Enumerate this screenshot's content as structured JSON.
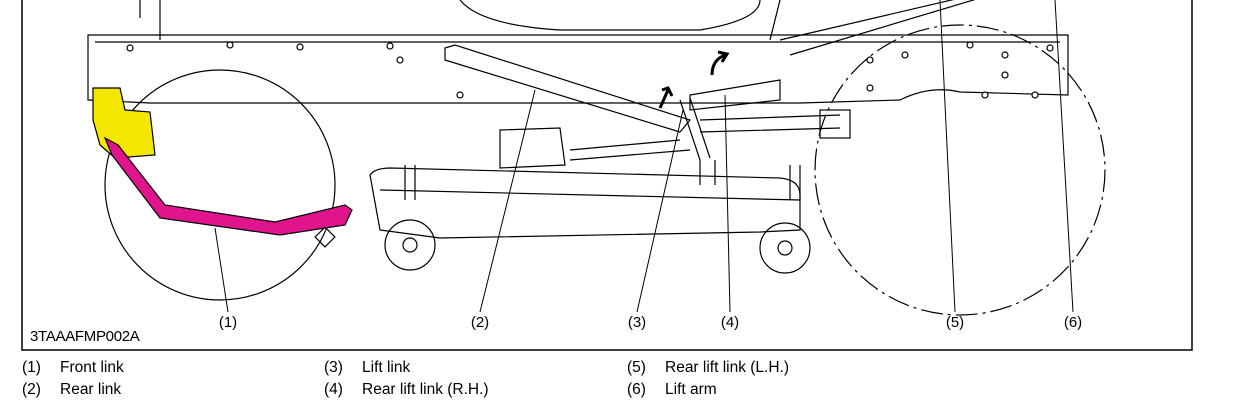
{
  "figure": {
    "code": "3TAAAFMP002A",
    "callouts": [
      "(1)",
      "(2)",
      "(3)",
      "(4)",
      "(5)",
      "(6)"
    ],
    "colors": {
      "front_link": "#e0148c",
      "bracket": "#f5e600",
      "line": "#000000"
    }
  },
  "legend": [
    {
      "num": "(1)",
      "label": "Front link"
    },
    {
      "num": "(2)",
      "label": "Rear link"
    },
    {
      "num": "(3)",
      "label": "Lift link"
    },
    {
      "num": "(4)",
      "label": "Rear lift link (R.H.)"
    },
    {
      "num": "(5)",
      "label": "Rear lift link (L.H.)"
    },
    {
      "num": "(6)",
      "label": "Lift arm"
    }
  ]
}
